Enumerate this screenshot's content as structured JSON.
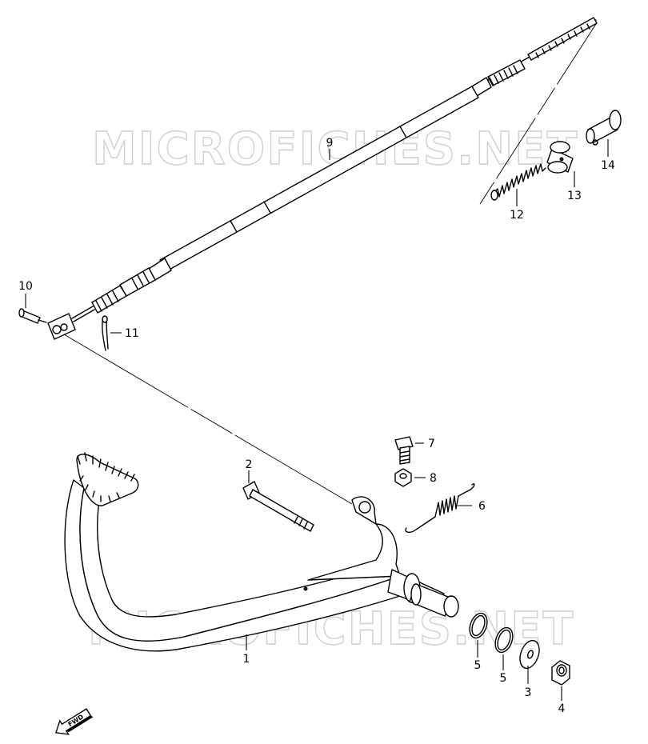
{
  "watermark": "MICROFICHES.NET",
  "fwd_label": "FWD",
  "callouts": [
    {
      "id": "1",
      "label": "1"
    },
    {
      "id": "2",
      "label": "2"
    },
    {
      "id": "3",
      "label": "3"
    },
    {
      "id": "4",
      "label": "4"
    },
    {
      "id": "5a",
      "label": "5"
    },
    {
      "id": "5b",
      "label": "5"
    },
    {
      "id": "6",
      "label": "6"
    },
    {
      "id": "7",
      "label": "7"
    },
    {
      "id": "8",
      "label": "8"
    },
    {
      "id": "9",
      "label": "9"
    },
    {
      "id": "10",
      "label": "10"
    },
    {
      "id": "11",
      "label": "11"
    },
    {
      "id": "12",
      "label": "12"
    },
    {
      "id": "13",
      "label": "13"
    },
    {
      "id": "14",
      "label": "14"
    }
  ],
  "colors": {
    "line": "#000000",
    "watermark": "#cfcfcf",
    "background": "#ffffff"
  }
}
